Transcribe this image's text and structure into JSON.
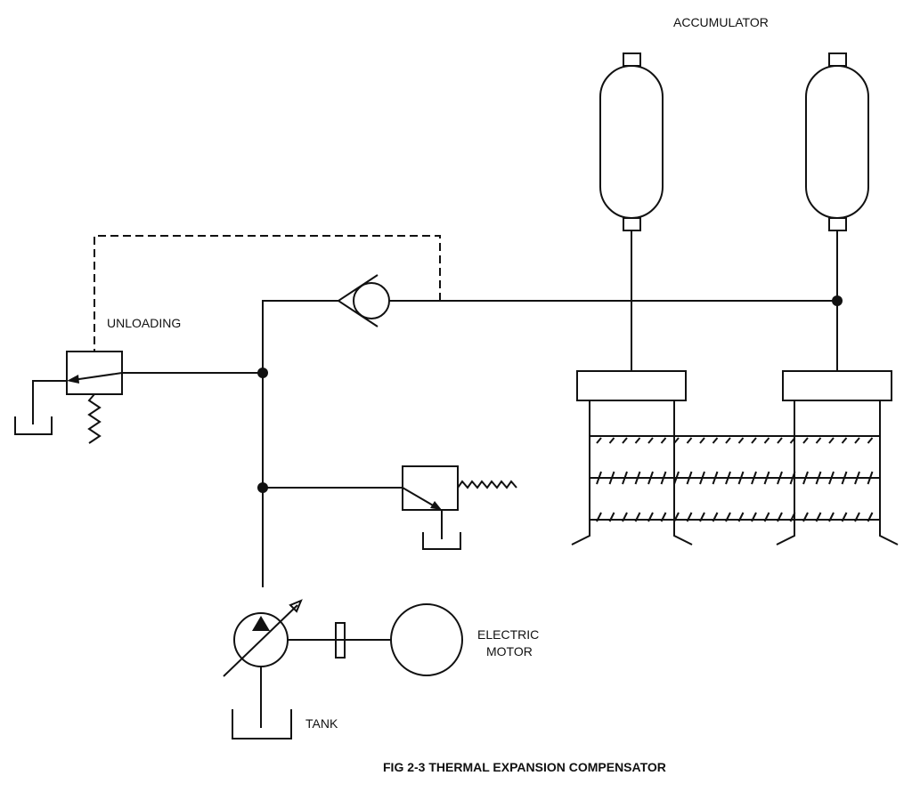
{
  "labels": {
    "accumulator": "ACCUMULATOR",
    "unloading": "UNLOADING",
    "electric_motor_line1": "ELECTRIC",
    "electric_motor_line2": "MOTOR",
    "tank": "TANK"
  },
  "caption": "FIG 2-3 THERMAL EXPANSION COMPENSATOR",
  "colors": {
    "line": "#111111",
    "background": "#ffffff"
  }
}
